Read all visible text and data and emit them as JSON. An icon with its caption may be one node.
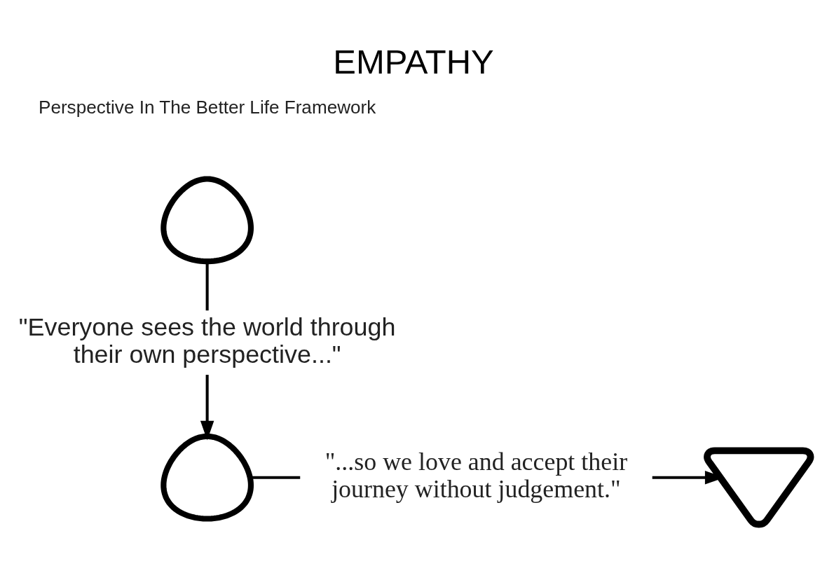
{
  "diagram": {
    "title": "EMPATHY",
    "nodes": [
      {
        "text": [],
        "shape": "person"
      },
      {
        "text": [
          "\"Everyone sees the world through their own perspective...\""
        ]
      },
      {
        "text": [],
        "shape": "person"
      },
      {
        "text": [
          "\"...so we love and accept their journey without judgement.\""
        ]
      },
      {
        "text": [],
        "shape": "heart"
      }
    ],
    "edges": [
      {
        "from": 0,
        "to": 1,
        "arrow": "none"
      },
      {
        "from": 1,
        "to": 2,
        "arrow": "to"
      },
      {
        "from": 2,
        "to": 3,
        "arrow": "none"
      },
      {
        "from": 3,
        "to": 4,
        "arrow": "to"
      }
    ],
    "labels": [
      "Perspective In The Better Life Framework"
    ]
  }
}
